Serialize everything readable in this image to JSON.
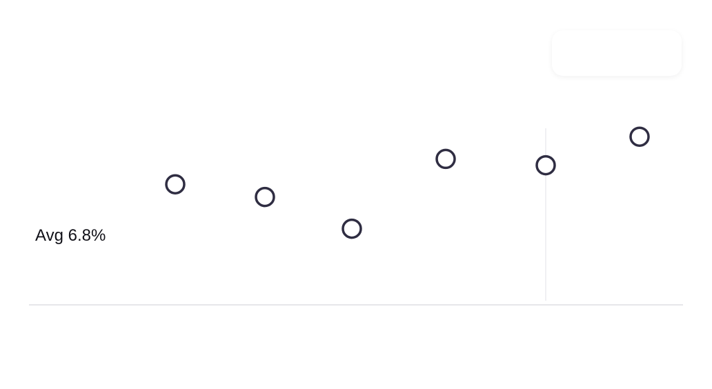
{
  "chart_data": {
    "type": "scatter",
    "title": "",
    "xlabel": "",
    "ylabel": "",
    "x": [
      1,
      2,
      3,
      4,
      5,
      6
    ],
    "y": [
      7.8,
      7.4,
      6.4,
      8.6,
      8.4,
      9.3
    ],
    "ylim": [
      4.0,
      11.0
    ],
    "average": 6.8,
    "average_label": "Avg 6.8%",
    "marker": "hollow-circle",
    "colors": {
      "marker_stroke": "#2f2d42",
      "axis": "#e6e6ea",
      "highlight_line": "#f0f0f3",
      "text": "#111118"
    },
    "highlight_index": 4,
    "grid": false,
    "legend": "top-right"
  }
}
